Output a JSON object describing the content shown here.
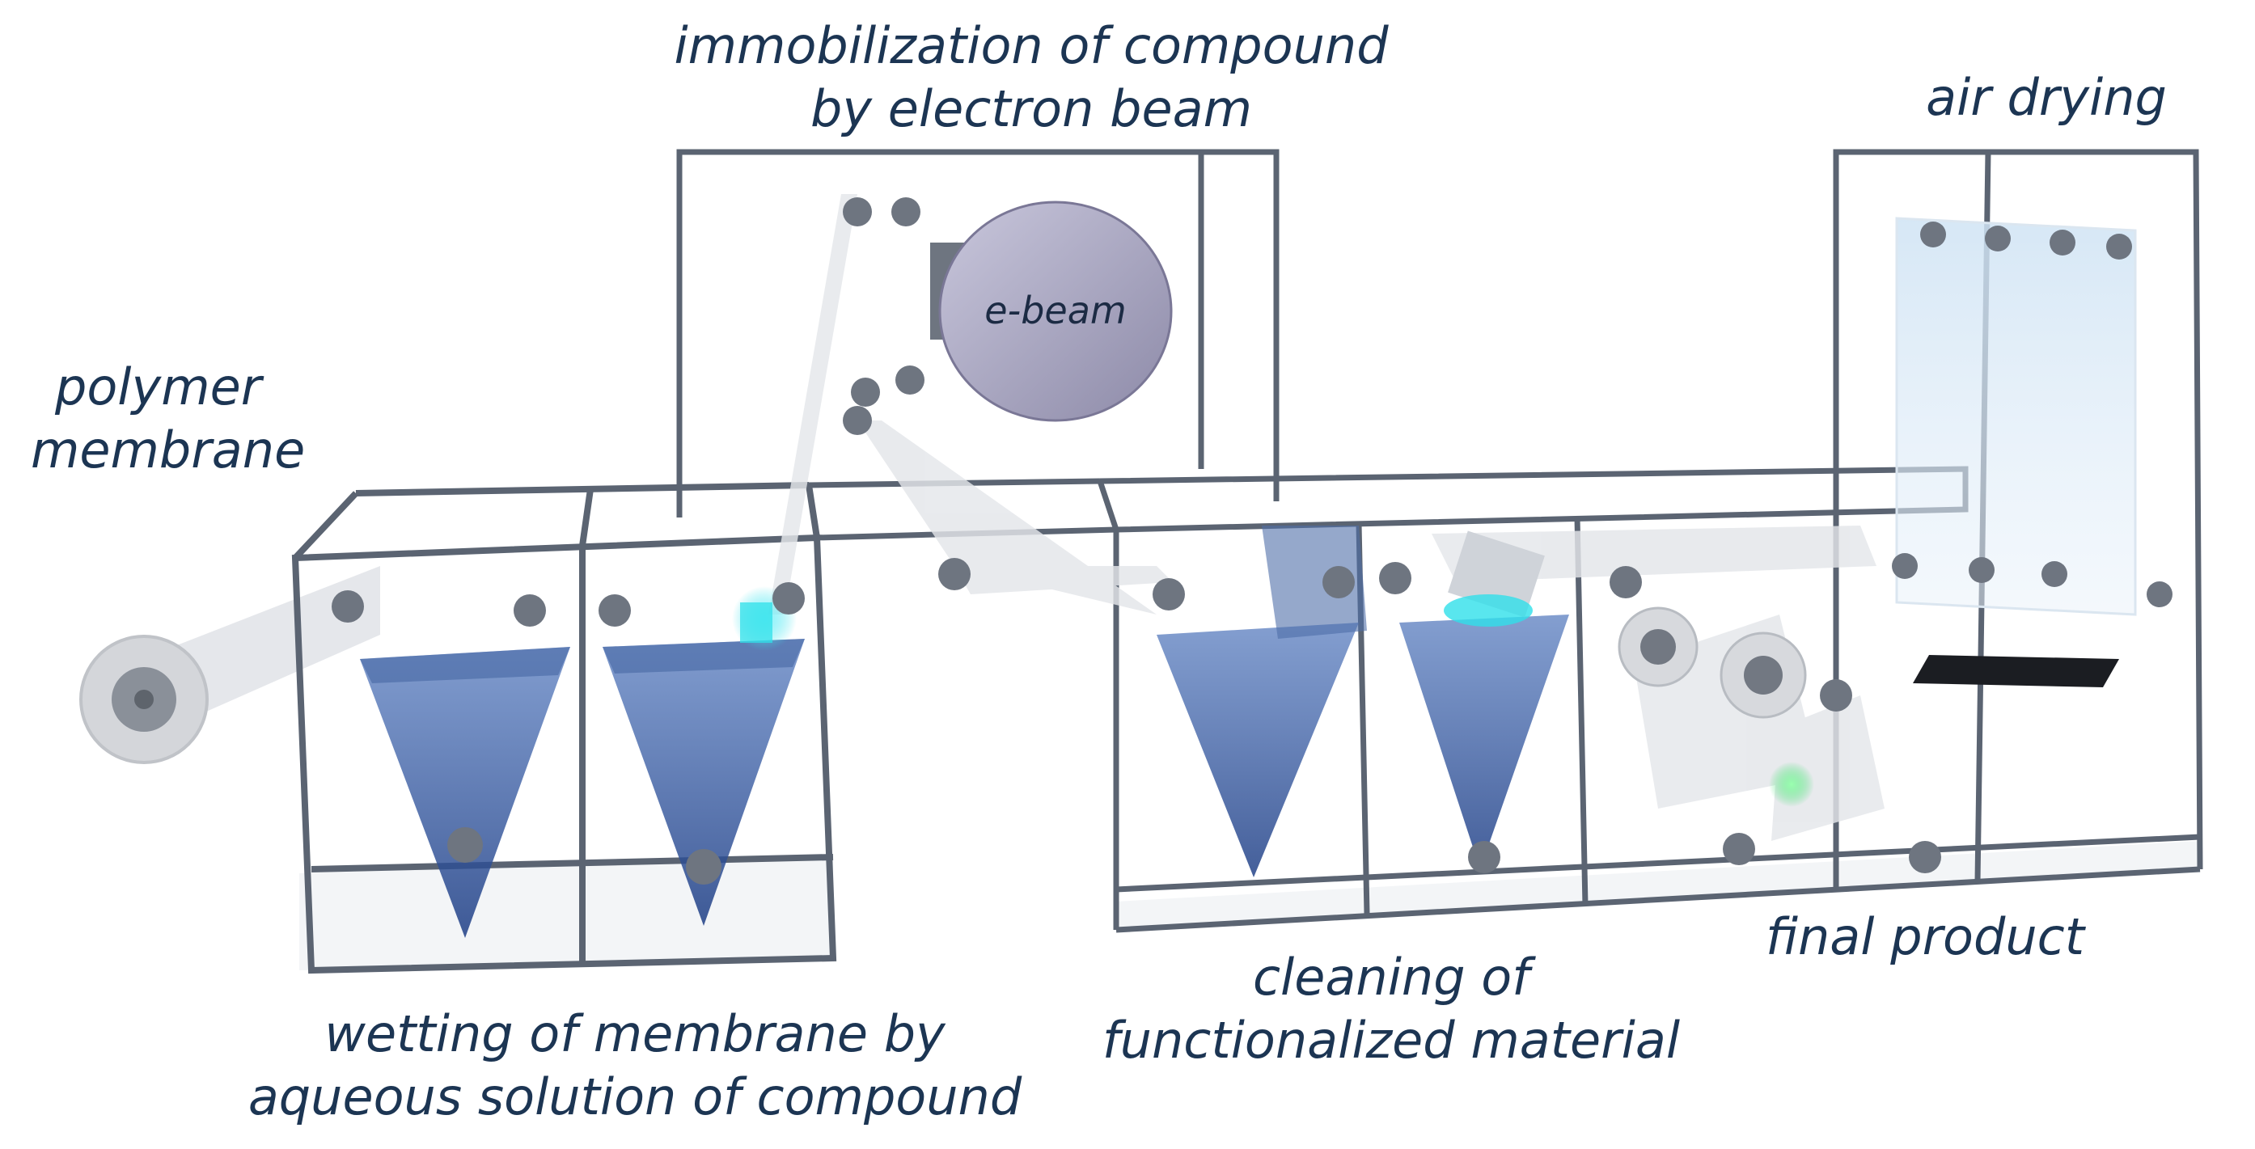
{
  "labels": {
    "immobilization": [
      "immobilization of compound",
      "by electron beam"
    ],
    "air_drying": "air drying",
    "polymer_membrane": [
      "polymer",
      "membrane"
    ],
    "e_beam": "e-beam",
    "wetting": [
      "wetting of membrane by",
      "aqueous solution of compound"
    ],
    "cleaning": [
      "cleaning of",
      "functionalized material"
    ],
    "final_product": "final product"
  },
  "colors": {
    "frame": "#5b6472",
    "label_text": "#1c3553",
    "solution": "#3c5d9c",
    "ebeam_body": "#aaa8c3",
    "uv_glow": "#2fe0ea",
    "green_glow": "#28d860",
    "roller": "#6e7580",
    "membrane": "#e4e6ea"
  }
}
